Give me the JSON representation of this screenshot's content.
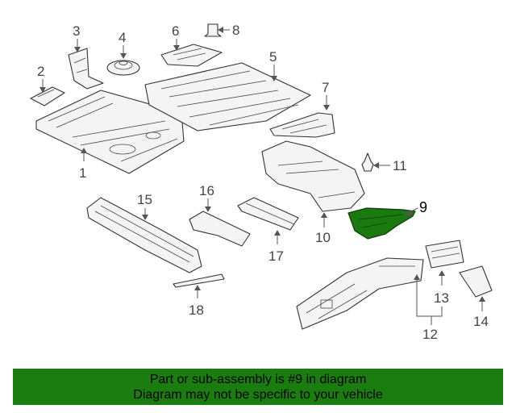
{
  "diagram": {
    "callouts": {
      "c1": "1",
      "c2": "2",
      "c3": "3",
      "c4": "4",
      "c5": "5",
      "c6": "6",
      "c7": "7",
      "c8": "8",
      "c9": "9",
      "c10": "10",
      "c11": "11",
      "c12": "12",
      "c13": "13",
      "c14": "14",
      "c15": "15",
      "c16": "16",
      "c17": "17",
      "c18": "18"
    },
    "highlight_color": "#1a7a10"
  },
  "banner": {
    "line1": "Part or sub-assembly is #9 in diagram",
    "line2": "Diagram may not be specific to your vehicle",
    "color": "#1b7d0f"
  }
}
